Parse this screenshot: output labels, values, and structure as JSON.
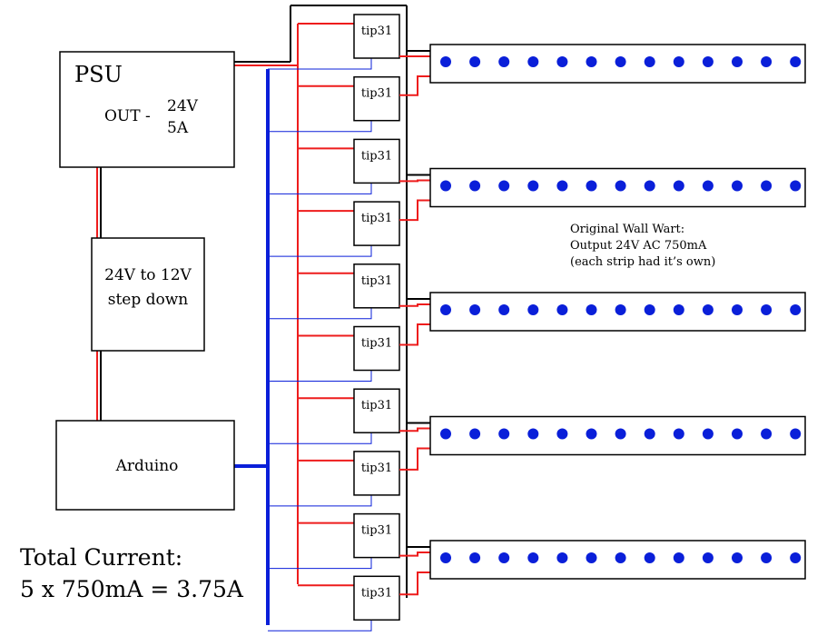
{
  "psu": {
    "title": "PSU",
    "out_label": "OUT -",
    "voltage": "24V",
    "current": "5A"
  },
  "stepdown": {
    "line1": "24V to 12V",
    "line2": "step down"
  },
  "arduino": {
    "label": "Arduino"
  },
  "transistor_label": "tip31",
  "transistor_count": 10,
  "strip_count": 5,
  "leds_per_strip": 13,
  "note": {
    "line1": "Original Wall Wart:",
    "line2": "Output 24V AC 750mA",
    "line3": "(each strip had it’s own)"
  },
  "total": {
    "line1": "Total Current:",
    "line2": "5 x 750mA = 3.75A"
  },
  "colors": {
    "power": "#ee1c1c",
    "ground": "#000000",
    "signal": "#0a1fd9",
    "led": "#0a1fd9"
  }
}
